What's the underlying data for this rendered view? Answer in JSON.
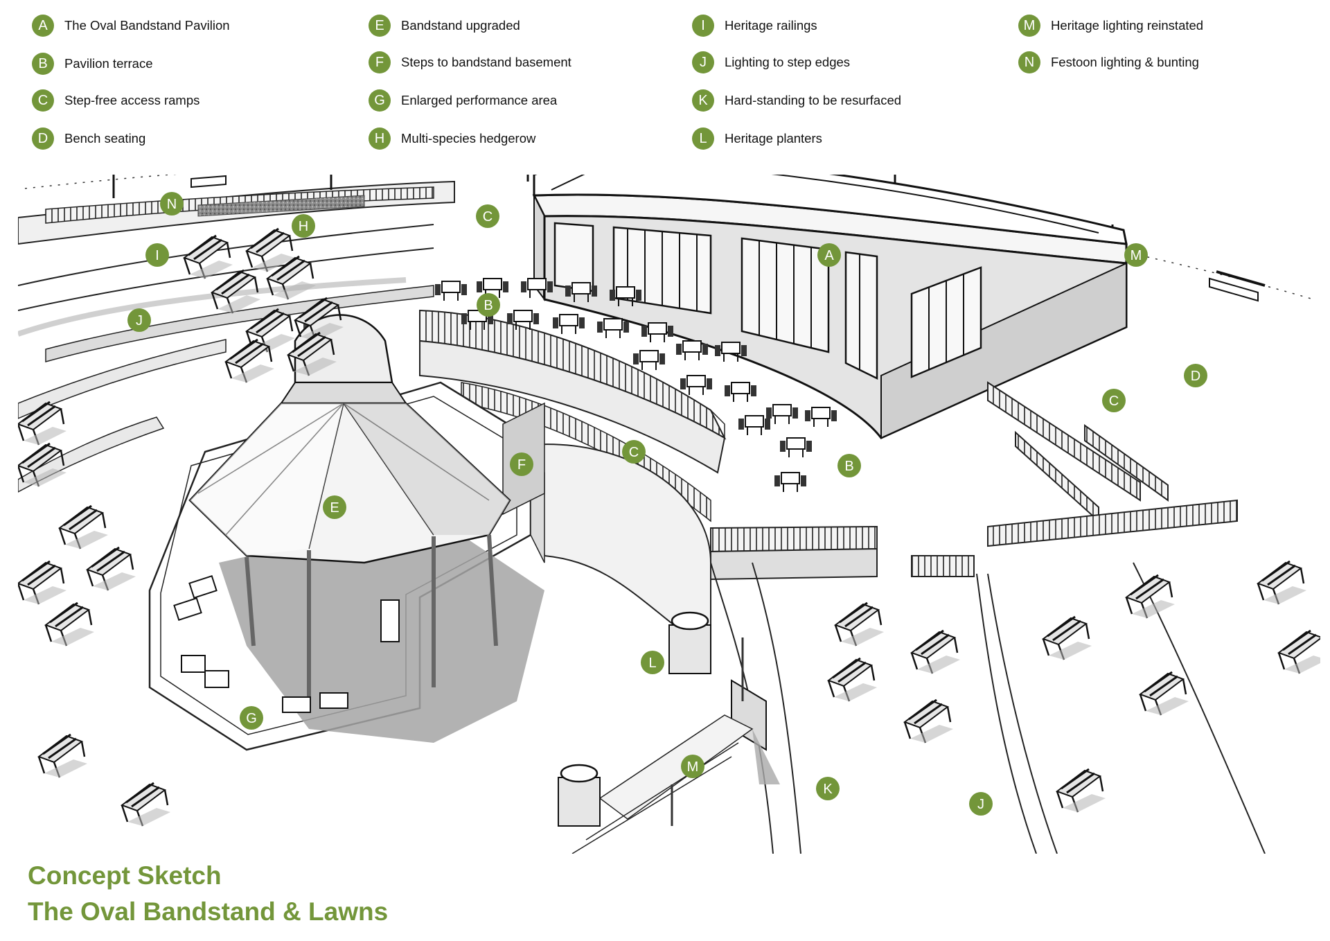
{
  "legend": [
    {
      "key": "A",
      "label": "The Oval Bandstand Pavilion"
    },
    {
      "key": "B",
      "label": "Pavilion terrace"
    },
    {
      "key": "C",
      "label": "Step-free access ramps"
    },
    {
      "key": "D",
      "label": "Bench seating"
    },
    {
      "key": "E",
      "label": "Bandstand upgraded"
    },
    {
      "key": "F",
      "label": "Steps to bandstand basement"
    },
    {
      "key": "G",
      "label": "Enlarged performance area"
    },
    {
      "key": "H",
      "label": "Multi-species hedgerow"
    },
    {
      "key": "I",
      "label": "Heritage railings"
    },
    {
      "key": "J",
      "label": "Lighting to step edges"
    },
    {
      "key": "K",
      "label": "Hard-standing to be resurfaced"
    },
    {
      "key": "L",
      "label": "Heritage planters"
    },
    {
      "key": "M",
      "label": "Heritage lighting reinstated"
    },
    {
      "key": "N",
      "label": "Festoon lighting & bunting"
    }
  ],
  "callouts": [
    "N",
    "H",
    "I",
    "C",
    "A",
    "M",
    "B",
    "J",
    "D",
    "C",
    "F",
    "C",
    "B",
    "E",
    "L",
    "G",
    "M",
    "K",
    "J"
  ],
  "title": {
    "line1": "Concept Sketch",
    "line2": "The Oval Bandstand & Lawns"
  },
  "colors": {
    "accent": "#73963a",
    "shadow": "#a9a9a9",
    "line": "#222222"
  }
}
